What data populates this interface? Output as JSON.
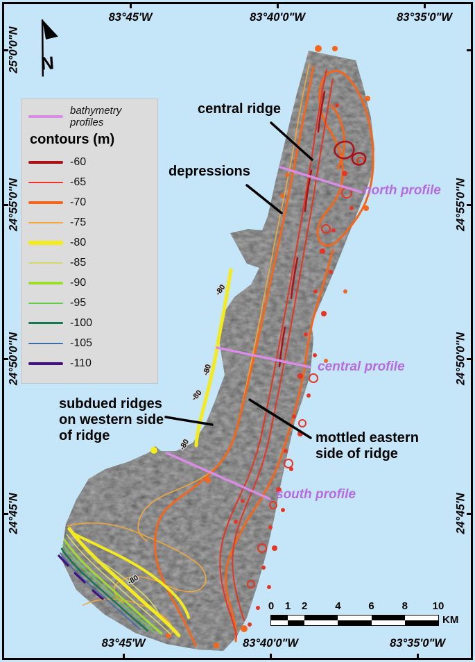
{
  "figure": {
    "kind": "bathymetry map"
  },
  "colors": {
    "water": "#c4e6f8",
    "swath": "#8e8e8e",
    "panel": "#dcdcdc",
    "profile_line": "#d98ce6",
    "profile_label": "#b66be0",
    "annotation": "#000000",
    "c60": "#ab1116",
    "c65": "#e63524",
    "c70": "#f4661b",
    "c75": "#f1a73a",
    "c80": "#f3ea1f",
    "c85": "#d6d96a",
    "c90": "#9fdc30",
    "c95": "#66cf48",
    "c100": "#15764f",
    "c105": "#3e6ca6",
    "c110": "#43127c"
  },
  "north_arrow": {
    "label": "N"
  },
  "graticule": {
    "top": [
      "83°45'W",
      "83°40'0\"W",
      "83°35'0\"W"
    ],
    "bottom": [
      "83°45'W",
      "83°40'0\"W",
      "83°35'0\"W"
    ],
    "left": [
      "25°0'0\"N",
      "24°55'0\"N",
      "24°50'0\"N",
      "24°45'N"
    ],
    "right": [
      "24°55'0\"N",
      "24°50'0\"N",
      "24°45'N"
    ]
  },
  "legend": {
    "profiles_label": "bathymetry profiles",
    "title": "contours (m)",
    "entries": [
      {
        "label": "-60",
        "color": "#ab1116",
        "lw": "4px"
      },
      {
        "label": "-65",
        "color": "#e63524",
        "lw": "2px"
      },
      {
        "label": "-70",
        "color": "#f4661b",
        "lw": "4px"
      },
      {
        "label": "-75",
        "color": "#f1a73a",
        "lw": "2px"
      },
      {
        "label": "-80",
        "color": "#f3ea1f",
        "lw": "6px"
      },
      {
        "label": "-85",
        "color": "#d6d96a",
        "lw": "2px"
      },
      {
        "label": "-90",
        "color": "#9fdc30",
        "lw": "4px"
      },
      {
        "label": "-95",
        "color": "#66cf48",
        "lw": "2px"
      },
      {
        "label": "-100",
        "color": "#15764f",
        "lw": "3px"
      },
      {
        "label": "-105",
        "color": "#3e6ca6",
        "lw": "2px"
      },
      {
        "label": "-110",
        "color": "#43127c",
        "lw": "4px"
      }
    ]
  },
  "annotations": {
    "central_ridge": "central ridge",
    "depressions": "depressions",
    "subdued": {
      "line1": "subdued ridges",
      "line2": "on western side",
      "line3": "of ridge"
    },
    "mottled": {
      "line1": "mottled eastern",
      "line2": "side of ridge"
    }
  },
  "profiles": {
    "north": "north profile",
    "central": "central profile",
    "south": "south profile"
  },
  "contour_label": "-80",
  "scalebar": {
    "ticks": [
      "0",
      "1",
      "2",
      "4",
      "6",
      "8",
      "10"
    ],
    "unit": "KM"
  }
}
